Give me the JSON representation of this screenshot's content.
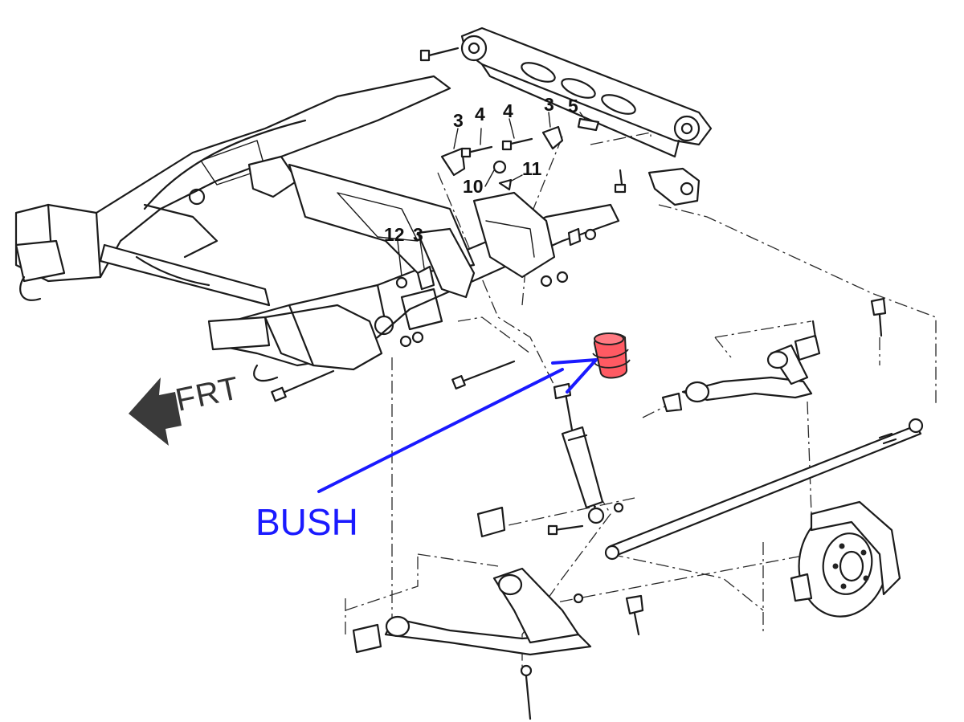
{
  "diagram": {
    "direction_label": "FRT",
    "highlight_label": "BUSH",
    "highlight_color": "#ff5a63",
    "arrow_color": "#1a1aff",
    "part_callouts": [
      "3",
      "4",
      "4",
      "3",
      "5",
      "10",
      "11",
      "12",
      "3"
    ]
  }
}
